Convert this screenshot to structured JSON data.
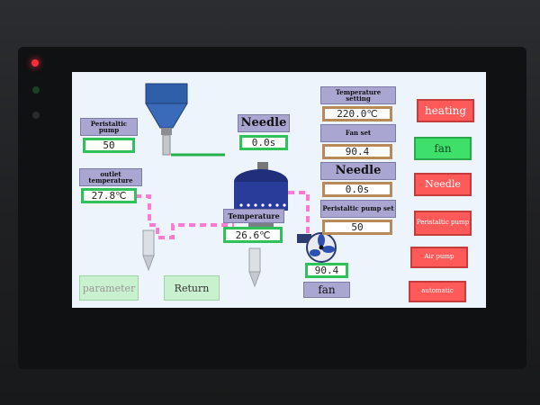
{
  "colors": {
    "screen_bg": "#eef4fb",
    "label_bg": "#a9a6d2",
    "value_border_green": "#2fc15a",
    "value_border_brown": "#b88a5a",
    "button_red": "#ff5a5a",
    "button_green": "#3fe06a",
    "pipe_pink": "#ff7ad0",
    "pipe_green": "#23b04a",
    "led_red": "#ff2a3a"
  },
  "icons": [
    "feed-hopper-icon",
    "reactor-vessel-icon",
    "collector-cone-icon",
    "fan-blower-icon",
    "power-led-icon"
  ],
  "process": {
    "peristaltic_pump_label": "Peristaltic pump",
    "peristaltic_pump_value": "50",
    "outlet_temperature_label": "outlet temperature",
    "outlet_temperature_value": "27.8℃",
    "needle_label": "Needle",
    "needle_value": "0.0s",
    "temperature_label": "Temperature",
    "temperature_value": "26.6℃",
    "fan_value": "90.4",
    "fan_label": "fan"
  },
  "settings": {
    "temperature_setting_label": "Temperature setting",
    "temperature_setting_value": "220.0℃",
    "fan_set_label": "Fan set",
    "fan_set_value": "90.4",
    "needle_label": "Needle",
    "needle_value": "0.0s",
    "pump_set_label": "Peristaltic pump set",
    "pump_set_value": "50"
  },
  "controls": {
    "heating": "heating",
    "fan": "fan",
    "needle": "Needle",
    "peristaltic_pump": "Peristaltic pump",
    "air_pump": "Air pump",
    "automatic": "automatic"
  },
  "nav": {
    "parameter": "parameter",
    "return": "Return"
  }
}
